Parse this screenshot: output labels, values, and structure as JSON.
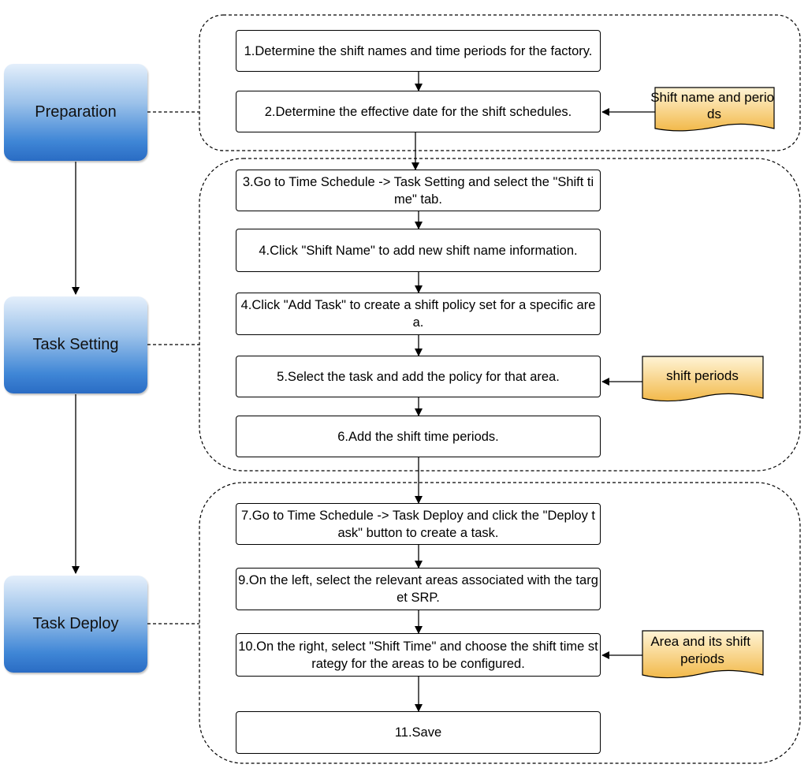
{
  "phases": [
    {
      "label": "Preparation"
    },
    {
      "label": "Task Setting"
    },
    {
      "label": "Task Deploy"
    }
  ],
  "steps": [
    "1.Determine the shift names and time periods for the factory.",
    "2.Determine the effective date for the shift schedules.",
    "3.Go to Time Schedule -> Task Setting and select the \"Shift time\" tab.",
    "4.Click \"Shift Name\" to add new shift name information.",
    "4.Click \"Add Task\" to create a shift policy set for a specific area.",
    "5.Select the task and add the policy for that area.",
    "6.Add the shift time periods.",
    "7.Go to Time Schedule -> Task Deploy and click the \"Deploy task\" button to create a task.",
    "9.On the left, select the relevant areas associated with the target SRP.",
    "10.On the right, select \"Shift Time\" and choose the shift time strategy for the areas to be configured.",
    "11.Save"
  ],
  "documents": [
    {
      "label": "Shift name and periods"
    },
    {
      "label": "shift periods"
    },
    {
      "label": "Area and its shift periods"
    }
  ],
  "colors": {
    "document_fill_top": "#fff4d6",
    "document_fill_bottom": "#f2b94a",
    "phase_fill_bottom": "#2a6cc4"
  }
}
